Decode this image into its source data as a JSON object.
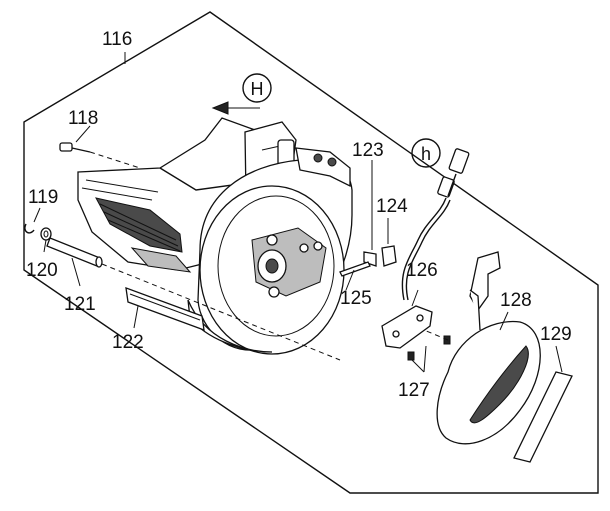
{
  "diagram": {
    "circle_labels": {
      "H": "H",
      "h": "h"
    },
    "callouts": {
      "c116": "116",
      "c118": "118",
      "c119": "119",
      "c120": "120",
      "c121": "121",
      "c122": "122",
      "c123": "123",
      "c124": "124",
      "c125": "125",
      "c126": "126",
      "c127": "127",
      "c128": "128",
      "c129": "129"
    }
  }
}
